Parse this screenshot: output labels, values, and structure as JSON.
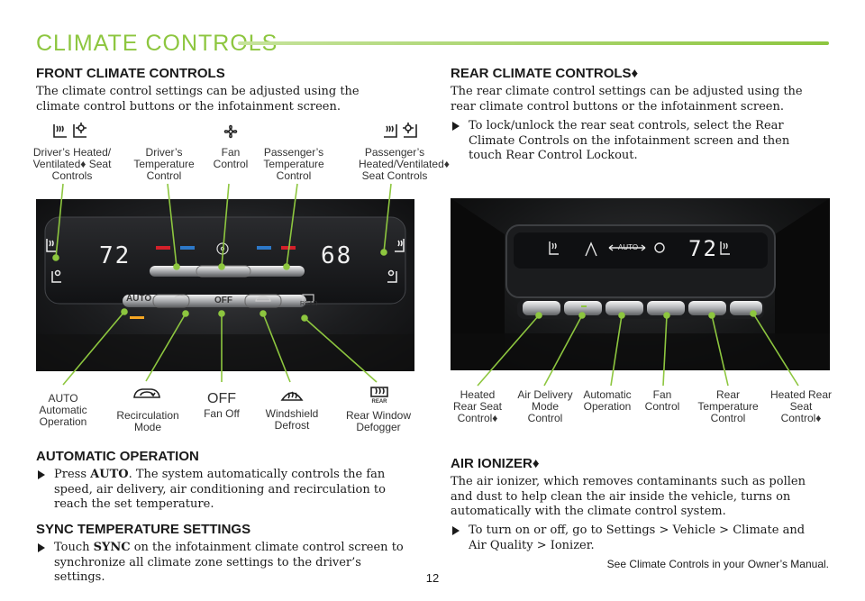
{
  "page": {
    "title": "CLIMATE CONTROLS",
    "page_number": "12",
    "footer_note": "See Climate Controls in your Owner’s Manual."
  },
  "front": {
    "heading": "FRONT CLIMATE CONTROLS",
    "intro": "The climate control settings can be adjusted using the climate control buttons or the infotainment screen.",
    "labels": {
      "driver_seat": "Driver’s Heated/ Ventilated♦ Seat Controls",
      "driver_temp": "Driver’s Temperature Control",
      "fan": "Fan Control",
      "passenger_temp": "Passenger’s Temperature Control",
      "passenger_seat": "Passenger’s Heated/Ventilated♦ Seat Controls",
      "auto": "AUTO Automatic Operation",
      "recirc": "Recirculation Mode",
      "off_glyph": "OFF",
      "fan_off": "Fan Off",
      "windshield": "Windshield Defrost",
      "rear_window": "Rear Window Defogger",
      "rear_icon_text": "REAR"
    },
    "panel": {
      "left_temp": "72",
      "right_temp": "68",
      "auto_btn": "AUTO",
      "off_btn": "OFF",
      "rear_btn": "REAR"
    }
  },
  "automatic": {
    "heading": "AUTOMATIC OPERATION",
    "pre": "Press ",
    "bold": "AUTO",
    "post": ". The system automatically controls the fan speed, air delivery, air conditioning and recirculation to reach the set temperature."
  },
  "sync": {
    "heading": "SYNC TEMPERATURE SETTINGS",
    "pre": "Touch ",
    "bold": "SYNC",
    "post": " on the infotainment climate control screen to synchronize all climate zone settings to the driver’s settings."
  },
  "rear": {
    "heading": "REAR CLIMATE CONTROLS♦",
    "intro": "The rear climate control settings can be adjusted using the rear climate control buttons or the infotainment screen.",
    "bullet": "To lock/unlock the rear seat controls, select the Rear Climate Controls on the infotainment screen and then touch Rear Control Lockout.",
    "labels": {
      "heated_left": "Heated Rear Seat Control♦",
      "air_delivery": "Air Delivery Mode Control",
      "automatic": "Automatic Operation",
      "fan": "Fan Control",
      "rear_temp": "Rear Temperature Control",
      "heated_right": "Heated Rear Seat Control♦"
    },
    "panel": {
      "auto_text": "AUTO",
      "temp": "72"
    }
  },
  "ionizer": {
    "heading": "AIR IONIZER♦",
    "intro": "The air ionizer, which removes contaminants such as pollen and dust to help clean the air inside the vehicle, turns on automatically with the climate control system.",
    "bullet": "To turn on or off, go to Settings > Vehicle > Climate and Air Quality > Ionizer."
  },
  "colors": {
    "accent": "#8dc63f",
    "leader": "#8dc63f"
  }
}
